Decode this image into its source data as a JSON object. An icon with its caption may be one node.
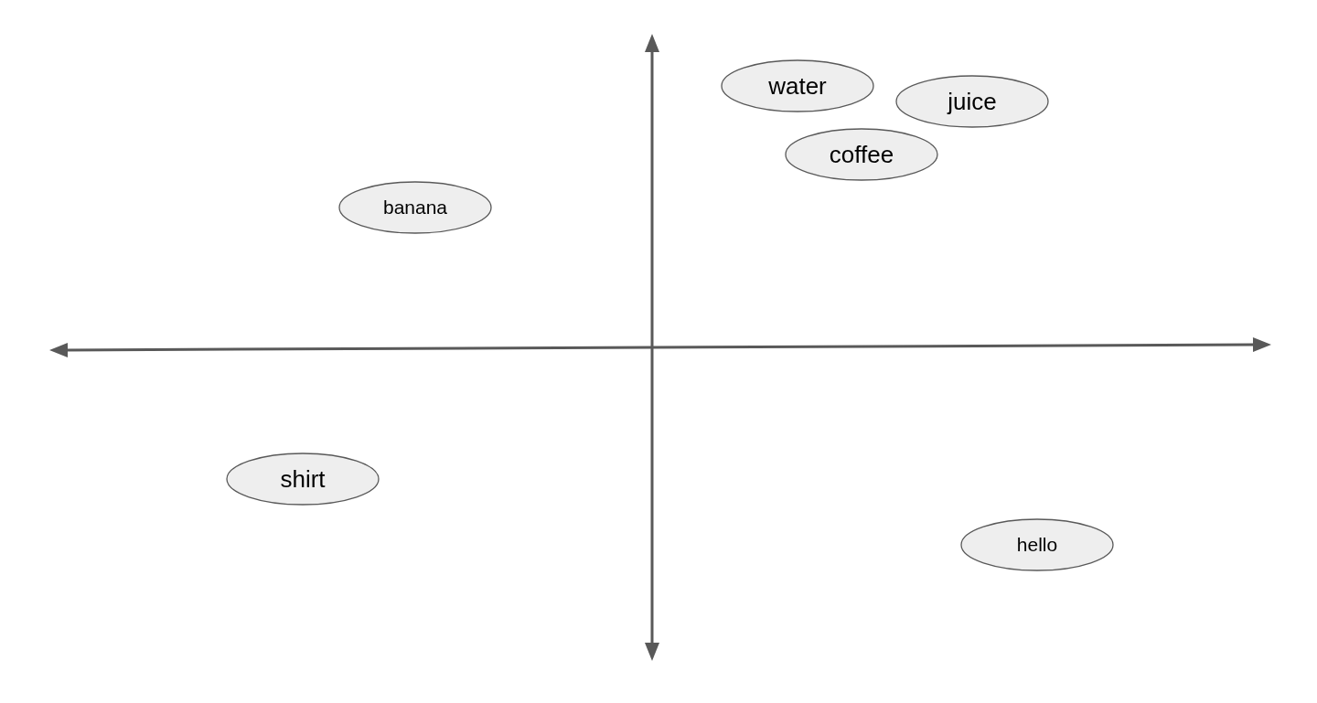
{
  "diagram": {
    "nodes": [
      {
        "text": [
          "water"
        ]
      },
      {
        "text": [
          "juice"
        ]
      },
      {
        "text": [
          "coffee"
        ]
      },
      {
        "text": [
          "banana"
        ]
      },
      {
        "text": [
          "shirt"
        ]
      },
      {
        "text": [
          "hello"
        ]
      }
    ]
  }
}
